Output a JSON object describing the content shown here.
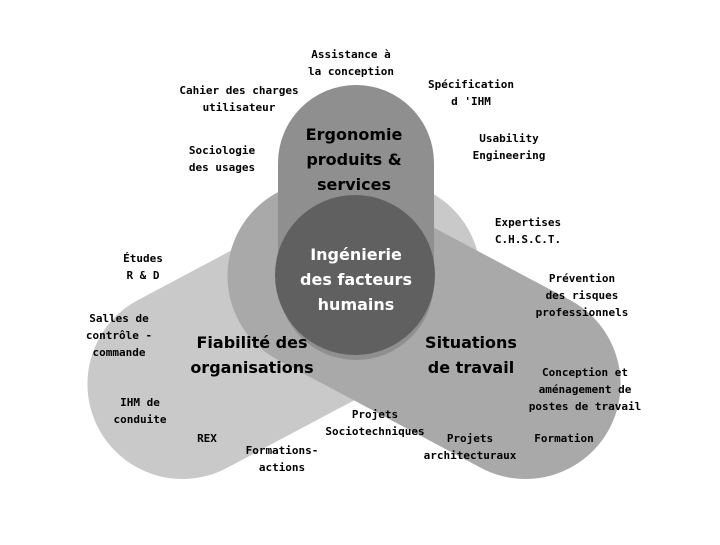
{
  "colors": {
    "ergonomie": "#8f8f8f",
    "fiabilite": "#c9c9c9",
    "situations": "#a9a9a9",
    "center": "#606060"
  },
  "domains": {
    "ergonomie": "Ergonomie\nproduits &\nservices",
    "fiabilite": "Fiabilité des\norganisations",
    "situations": "Situations\nde travail",
    "center": "Ingénierie\ndes facteurs\nhumains"
  },
  "labels": {
    "assistance": "Assistance à\nla conception",
    "cahier": "Cahier des charges\nutilisateur",
    "specification": "Spécification\nd 'IHM",
    "sociologie": "Sociologie\ndes usages",
    "usability": "Usability\nEngineering",
    "expertises": "Expertises\nC.H.S.C.T.",
    "etudes": "Études\nR & D",
    "prevention": "Prévention\ndes risques\nprofessionnels",
    "salles": "Salles de\ncontrôle -\ncommande",
    "conception": "Conception et\naménagement de\npostes de travail",
    "ihm_conduite": "IHM de\nconduite",
    "projets_socio": "Projets\nSociotechniques",
    "rex": "REX",
    "formations_actions": "Formations-\nactions",
    "projets_archi": "Projets\narchitecturaux",
    "formation": "Formation"
  }
}
